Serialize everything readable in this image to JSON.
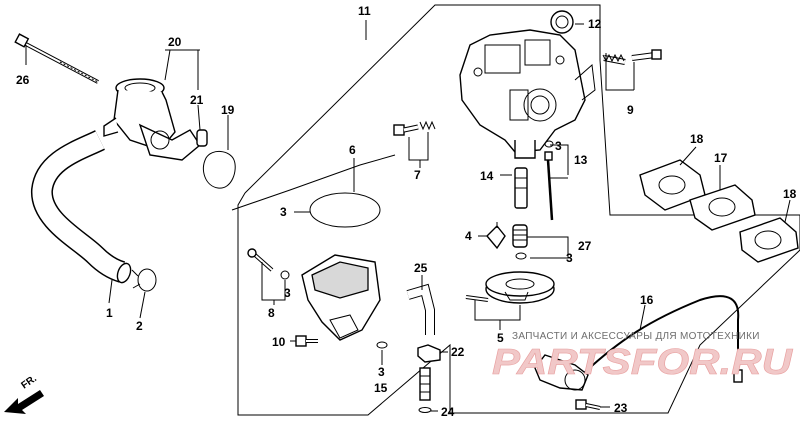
{
  "callouts": {
    "c1": "1",
    "c2": "2",
    "c3a": "3",
    "c3b": "3",
    "c3c": "3",
    "c3d": "3",
    "c3e": "3",
    "c4": "4",
    "c5": "5",
    "c6": "6",
    "c7": "7",
    "c8": "8",
    "c9": "9",
    "c10": "10",
    "c11": "11",
    "c12": "12",
    "c13": "13",
    "c14": "14",
    "c15": "15",
    "c16": "16",
    "c17": "17",
    "c18a": "18",
    "c18b": "18",
    "c19": "19",
    "c20": "20",
    "c21": "21",
    "c22": "22",
    "c23": "23",
    "c24": "24",
    "c25": "25",
    "c26": "26",
    "c27": "27"
  },
  "direction_label": "FR.",
  "watermark": {
    "tagline": "ЗАПЧАСТИ И АКСЕССУАРЫ ДЛЯ МОТОТЕХНИКИ",
    "logo": "PARTSFOR.RU"
  }
}
